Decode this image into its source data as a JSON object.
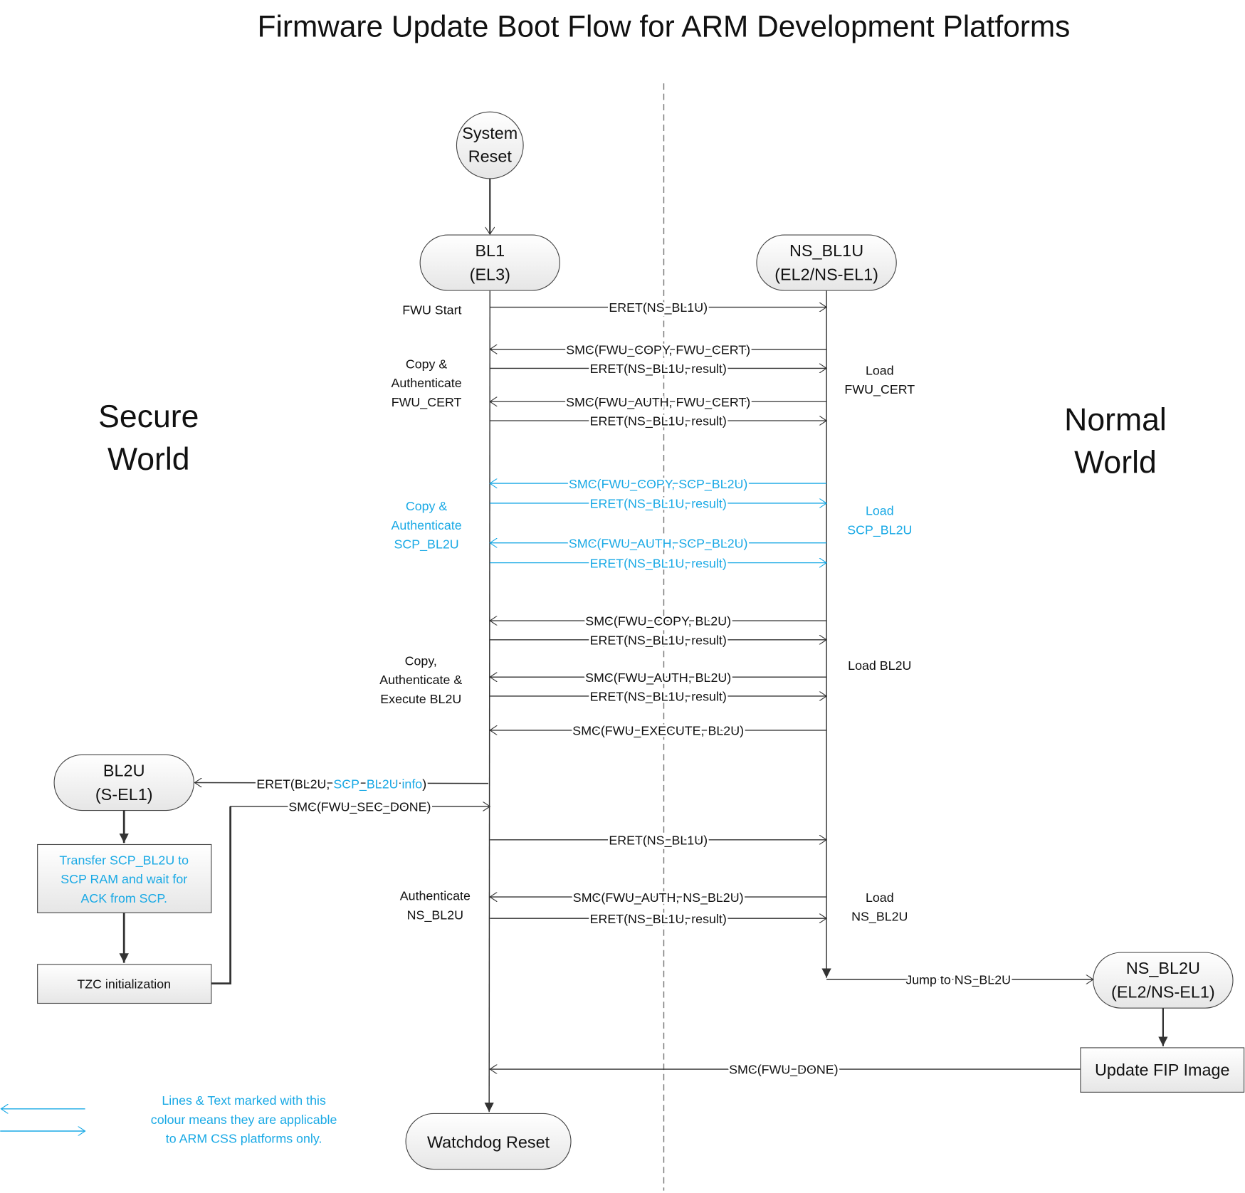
{
  "title": "Firmware Update Boot Flow for ARM Development Platforms",
  "colors": {
    "default": "#111111",
    "css_only": "#19a9e5",
    "node_fill": "#f2f2f2"
  },
  "worlds": {
    "secure": [
      "Secure",
      "World"
    ],
    "normal": [
      "Normal",
      "World"
    ]
  },
  "nodes": {
    "system_reset": [
      "System",
      "Reset"
    ],
    "bl1": [
      "BL1",
      "(EL3)"
    ],
    "ns_bl1u": [
      "NS_BL1U",
      "(EL2/NS-EL1)"
    ],
    "bl2u": [
      "BL2U",
      "(S-EL1)"
    ],
    "ns_bl2u": [
      "NS_BL2U",
      "(EL2/NS-EL1)"
    ],
    "watchdog": "Watchdog Reset",
    "transfer_box": [
      "Transfer SCP_BL2U to",
      "SCP RAM and wait for",
      "ACK from SCP."
    ],
    "tzc_box": "TZC initialization",
    "update_fip": "Update FIP Image"
  },
  "messages": [
    {
      "label": "ERET(NS_BL1U)",
      "dir": "right",
      "css_only": false
    },
    {
      "label": "SMC(FWU_COPY, FWU_CERT)",
      "dir": "left",
      "css_only": false
    },
    {
      "label": "ERET(NS_BL1U, result)",
      "dir": "right",
      "css_only": false
    },
    {
      "label": "SMC(FWU_AUTH, FWU_CERT)",
      "dir": "left",
      "css_only": false
    },
    {
      "label": "ERET(NS_BL1U, result)",
      "dir": "right",
      "css_only": false
    },
    {
      "label": "SMC(FWU_COPY, SCP_BL2U)",
      "dir": "left",
      "css_only": true
    },
    {
      "label": "ERET(NS_BL1U, result)",
      "dir": "right",
      "css_only": true
    },
    {
      "label": "SMC(FWU_AUTH, SCP_BL2U)",
      "dir": "left",
      "css_only": true
    },
    {
      "label": "ERET(NS_BL1U, result)",
      "dir": "right",
      "css_only": true
    },
    {
      "label": "SMC(FWU_COPY, BL2U)",
      "dir": "left",
      "css_only": false
    },
    {
      "label": "ERET(NS_BL1U, result)",
      "dir": "right",
      "css_only": false
    },
    {
      "label": "SMC(FWU_AUTH, BL2U)",
      "dir": "left",
      "css_only": false
    },
    {
      "label": "ERET(NS_BL1U, result)",
      "dir": "right",
      "css_only": false
    },
    {
      "label": "SMC(FWU_EXECUTE, BL2U)",
      "dir": "left",
      "css_only": false
    },
    {
      "label": "ERET(NS_BL1U)",
      "dir": "right",
      "css_only": false
    },
    {
      "label": "SMC(FWU_AUTH, NS_BL2U)",
      "dir": "left",
      "css_only": false
    },
    {
      "label": "ERET(NS_BL1U, result)",
      "dir": "right",
      "css_only": false
    }
  ],
  "other_messages": {
    "eret_bl2u_prefix": "ERET(BL2U, ",
    "eret_bl2u_css": "SCP_BL2U info",
    "eret_bl2u_suffix": ")",
    "smc_sec_done": "SMC(FWU_SEC_DONE)",
    "jump_ns_bl2u": "Jump to NS_BL2U",
    "smc_fwu_done": "SMC(FWU_DONE)"
  },
  "side_notes": {
    "fwu_start": "FWU Start",
    "copy_auth_fwu_cert": [
      "Copy &",
      "Authenticate",
      "FWU_CERT"
    ],
    "load_fwu_cert": [
      "Load",
      "FWU_CERT"
    ],
    "copy_auth_scp_bl2u": [
      "Copy &",
      "Authenticate",
      "SCP_BL2U"
    ],
    "load_scp_bl2u": [
      "Load",
      "SCP_BL2U"
    ],
    "copy_auth_exec_bl2u": [
      "Copy,",
      "Authenticate &",
      "Execute BL2U"
    ],
    "load_bl2u": "Load BL2U",
    "auth_ns_bl2u": [
      "Authenticate",
      "NS_BL2U"
    ],
    "load_ns_bl2u": [
      "Load",
      "NS_BL2U"
    ]
  },
  "legend": [
    "Lines & Text marked with this",
    "colour means they are applicable",
    "to ARM CSS platforms only."
  ]
}
